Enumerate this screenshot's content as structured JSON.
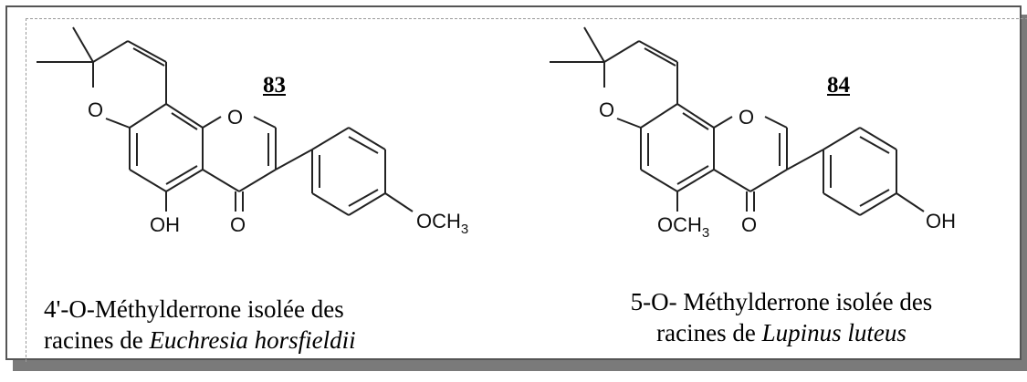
{
  "compounds": [
    {
      "number": "83",
      "substituent_5": "OH",
      "substituent_4prime": "OCH3",
      "caption_line1": "4'-O-Méthylderrone isolée des",
      "caption_line2_prefix": "racines de ",
      "caption_line2_species": "Euchresia horsfieldii"
    },
    {
      "number": "84",
      "substituent_5": "OCH3",
      "substituent_4prime": "OH",
      "caption_line1": "5-O- Méthylderrone isolée des",
      "caption_line2_prefix": "racines de ",
      "caption_line2_species": "Lupinus luteus"
    }
  ],
  "atoms": {
    "ring_oxygen": "O",
    "carbonyl_oxygen": "O"
  },
  "colors": {
    "ink": "#111111",
    "frame_border": "#555555",
    "shadow": "#7a7a7a"
  }
}
